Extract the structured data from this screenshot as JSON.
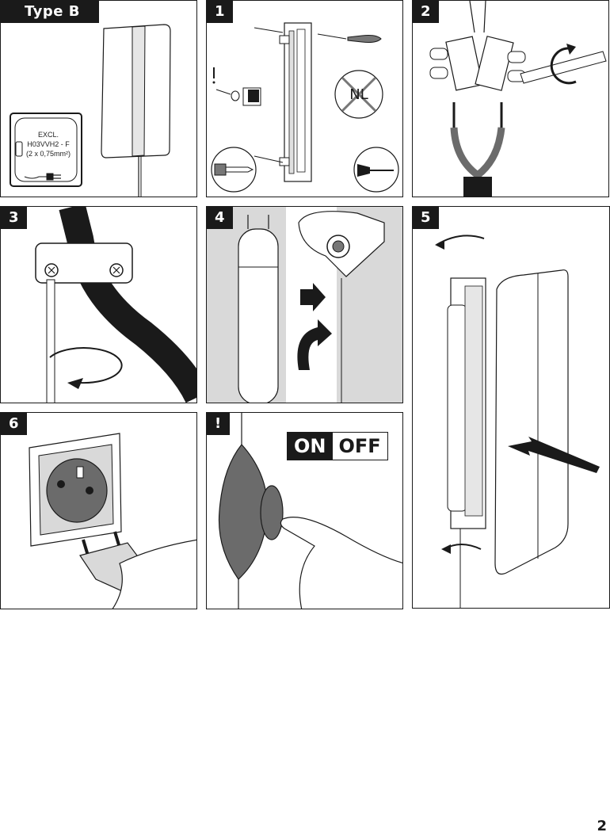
{
  "panels": {
    "typeb": {
      "tag": "Type B",
      "excl_line1": "EXCL.",
      "excl_line2": "H03VVH2 - F",
      "excl_line3": "(2 x 0,75mm²)"
    },
    "step1": {
      "tag": "1",
      "nl_label": "NL"
    },
    "step2": {
      "tag": "2"
    },
    "step3": {
      "tag": "3"
    },
    "step4": {
      "tag": "4"
    },
    "step5": {
      "tag": "5"
    },
    "step6": {
      "tag": "6"
    },
    "warning": {
      "tag": "!",
      "on_label": "ON",
      "off_label": "OFF"
    }
  },
  "page_number": "2",
  "colors": {
    "ink": "#1a1a1a",
    "panel_bg": "#ffffff",
    "shade": "#d9d9d9",
    "dark_gray": "#6b6b6b"
  }
}
